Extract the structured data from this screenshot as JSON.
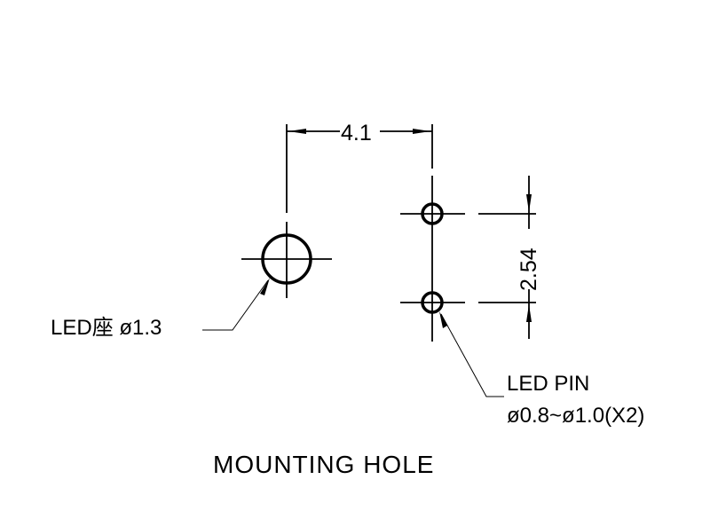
{
  "drawing": {
    "dimension_horizontal": "4.1",
    "dimension_vertical": "2.54",
    "led_seat_label": "LED座 ø1.3",
    "led_pin_label_line1": "LED PIN",
    "led_pin_label_line2": "ø0.8~ø1.0(X2)",
    "title": "MOUNTING HOLE"
  }
}
